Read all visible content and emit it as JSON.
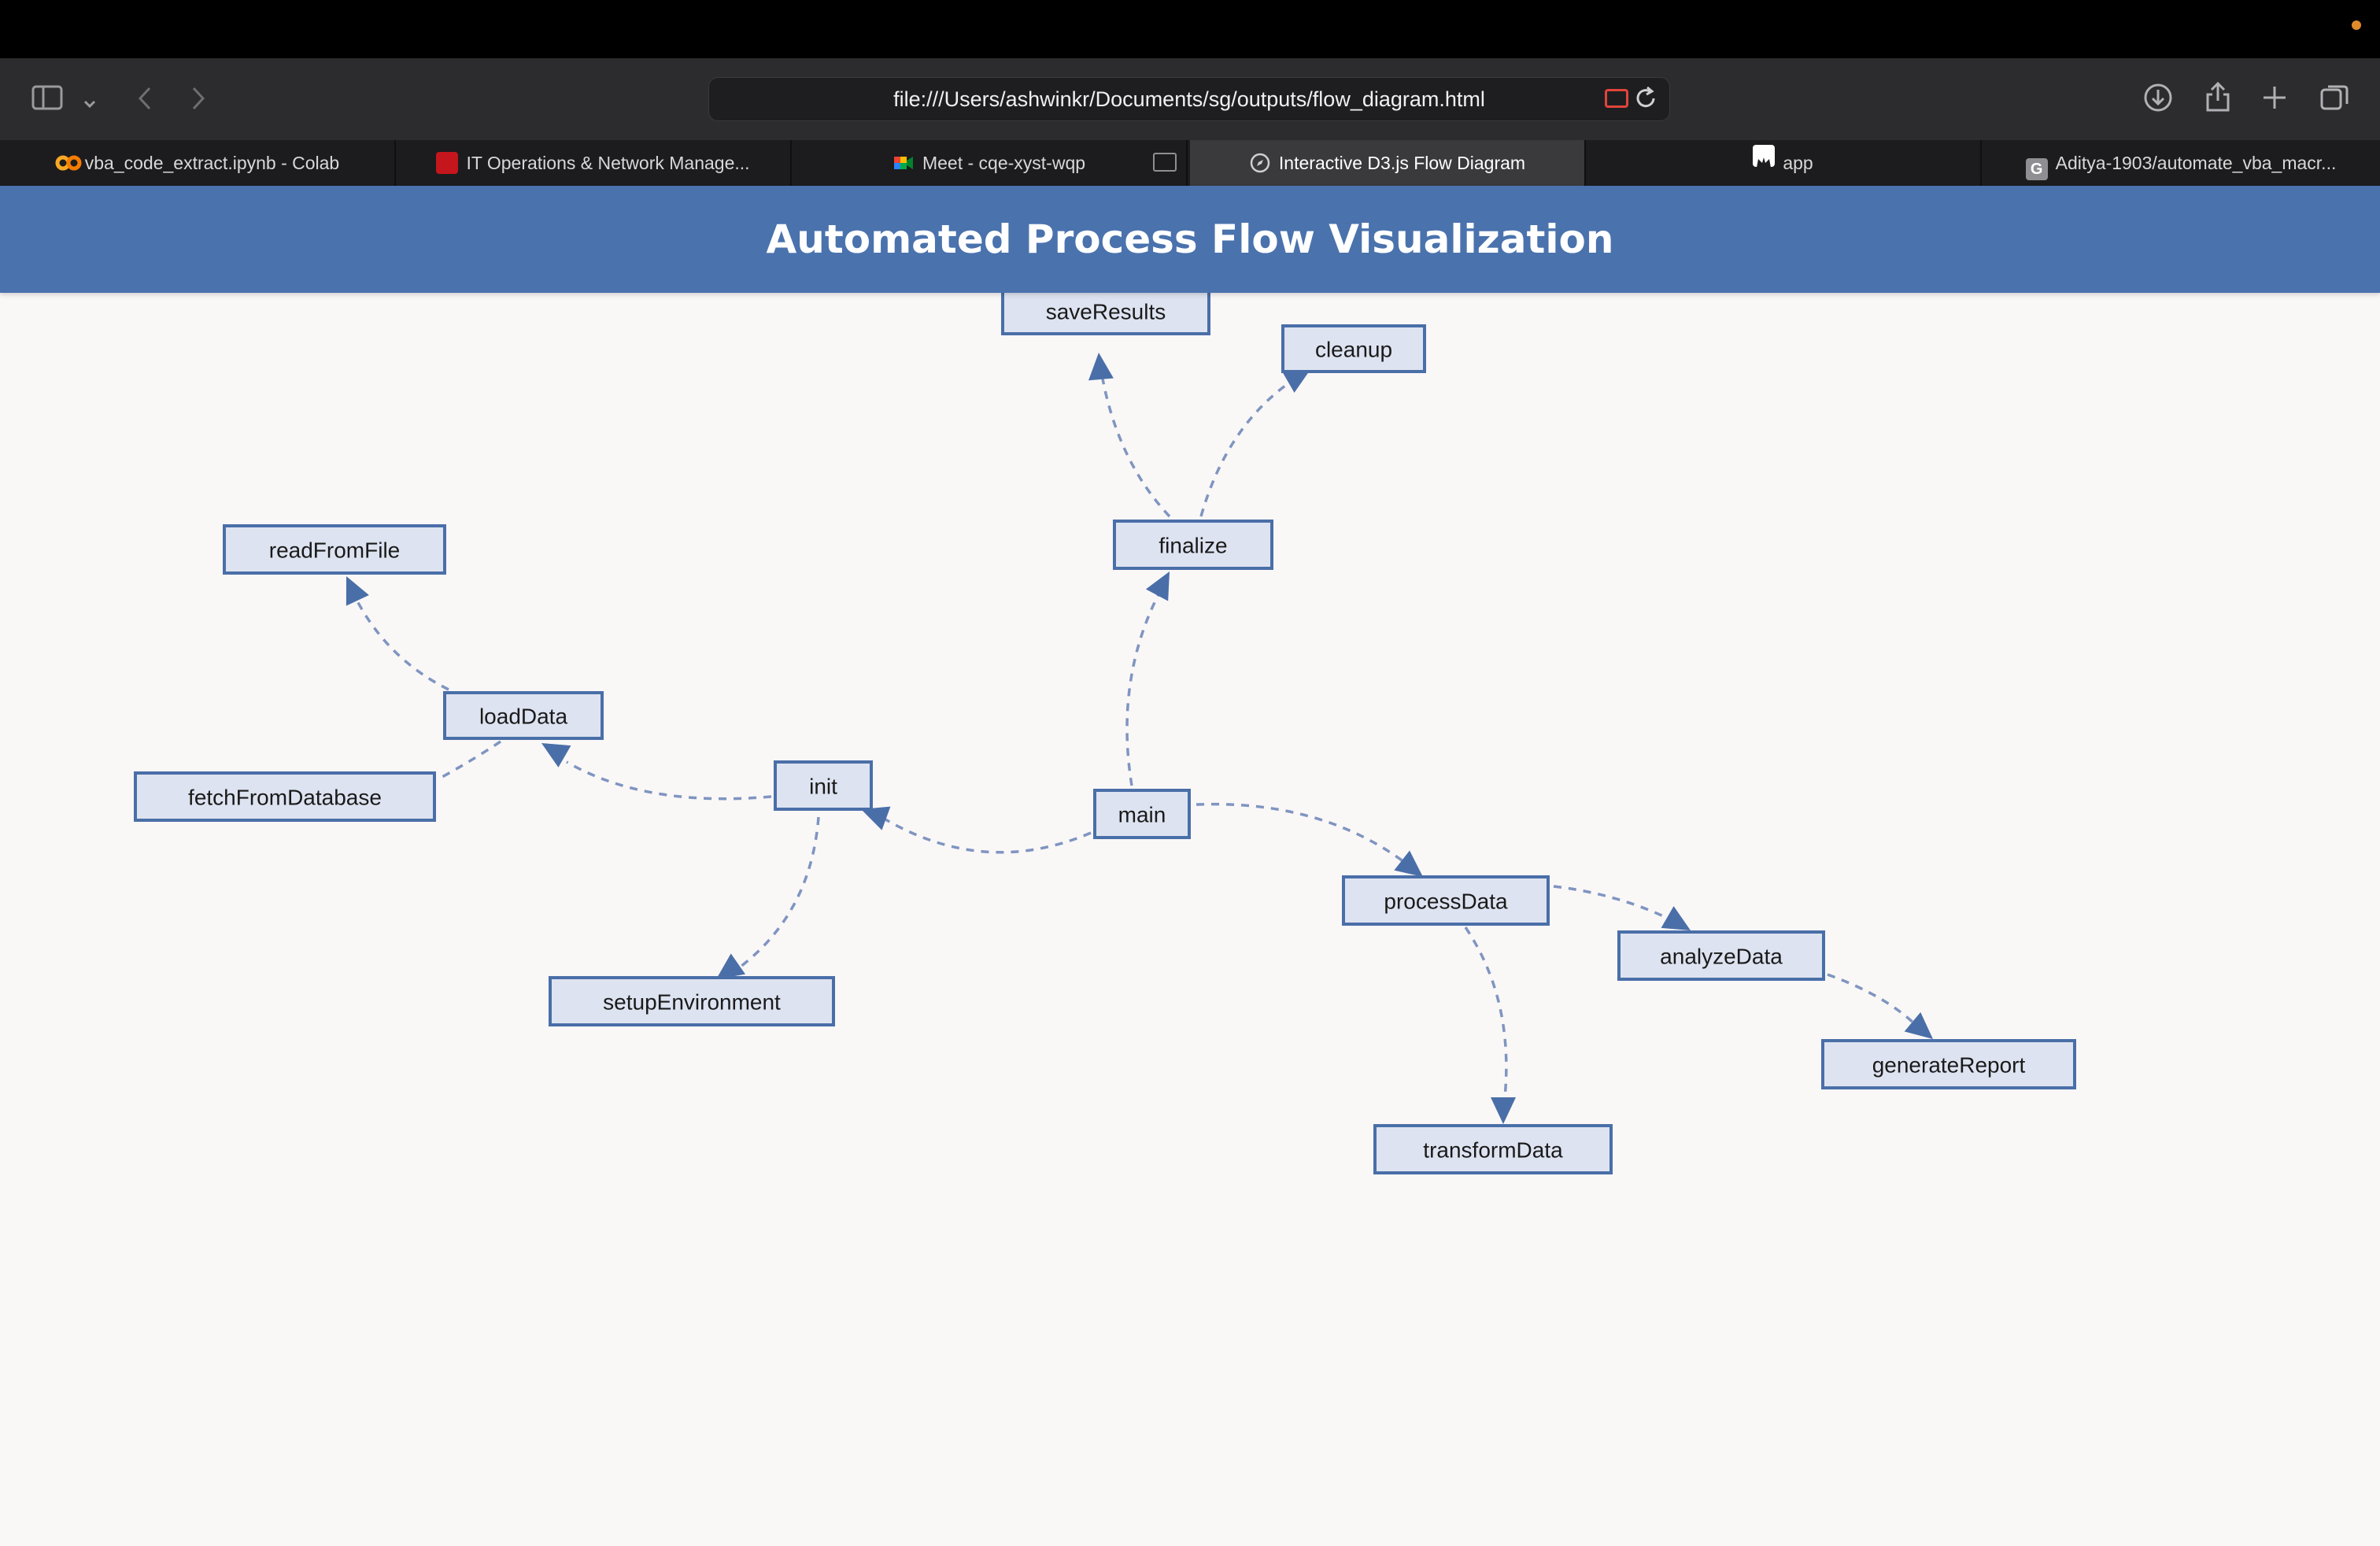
{
  "browser": {
    "url": "file:///Users/ashwinkr/Documents/sg/outputs/flow_diagram.html",
    "tabs": [
      {
        "label": "vba_code_extract.ipynb - Colab",
        "icon": "colab-icon",
        "active": false
      },
      {
        "label": "IT Operations & Network Manage...",
        "icon": "site-icon",
        "active": false
      },
      {
        "label": "Meet - cqe-xyst-wqp",
        "icon": "meet-icon",
        "active": false
      },
      {
        "label": "Interactive D3.js Flow Diagram",
        "icon": "compass-icon",
        "active": true
      },
      {
        "label": "app",
        "icon": "app-icon",
        "active": false
      },
      {
        "label": "Aditya-1903/automate_vba_macr...",
        "icon": "github-icon",
        "active": false
      }
    ]
  },
  "page": {
    "title": "Automated Process Flow Visualization"
  },
  "diagram": {
    "nodes": [
      {
        "id": "saveResults",
        "label": "saveResults"
      },
      {
        "id": "cleanup",
        "label": "cleanup"
      },
      {
        "id": "readFromFile",
        "label": "readFromFile"
      },
      {
        "id": "finalize",
        "label": "finalize"
      },
      {
        "id": "loadData",
        "label": "loadData"
      },
      {
        "id": "fetchFromDatabase",
        "label": "fetchFromDatabase"
      },
      {
        "id": "init",
        "label": "init"
      },
      {
        "id": "main",
        "label": "main"
      },
      {
        "id": "processData",
        "label": "processData"
      },
      {
        "id": "analyzeData",
        "label": "analyzeData"
      },
      {
        "id": "setupEnvironment",
        "label": "setupEnvironment"
      },
      {
        "id": "generateReport",
        "label": "generateReport"
      },
      {
        "id": "transformData",
        "label": "transformData"
      }
    ],
    "edges": [
      {
        "source": "main",
        "target": "init"
      },
      {
        "source": "main",
        "target": "finalize"
      },
      {
        "source": "main",
        "target": "processData"
      },
      {
        "source": "init",
        "target": "loadData"
      },
      {
        "source": "init",
        "target": "setupEnvironment"
      },
      {
        "source": "loadData",
        "target": "readFromFile"
      },
      {
        "source": "loadData",
        "target": "fetchFromDatabase"
      },
      {
        "source": "finalize",
        "target": "saveResults"
      },
      {
        "source": "finalize",
        "target": "cleanup"
      },
      {
        "source": "processData",
        "target": "analyzeData"
      },
      {
        "source": "processData",
        "target": "transformData"
      },
      {
        "source": "analyzeData",
        "target": "generateReport"
      }
    ]
  }
}
